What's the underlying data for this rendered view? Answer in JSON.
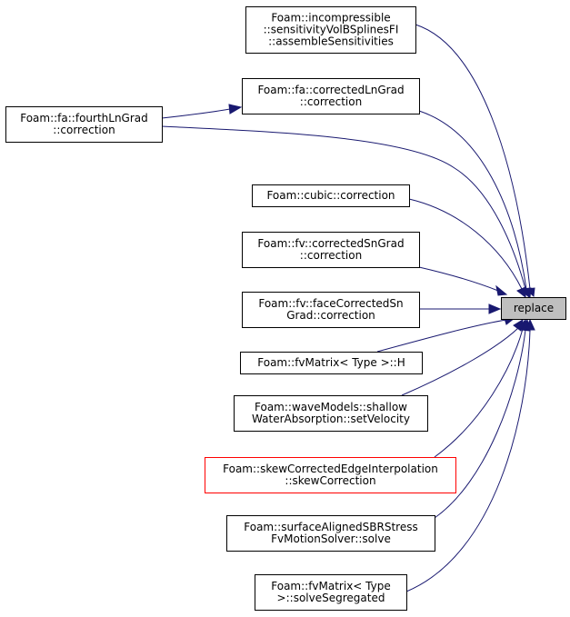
{
  "diagram": {
    "nodes": [
      {
        "id": "target",
        "lines": [
          "replace"
        ]
      },
      {
        "id": "n1",
        "lines": [
          "Foam::incompressible",
          "::sensitivityVolBSplinesFI",
          "::assembleSensitivities"
        ]
      },
      {
        "id": "n2",
        "lines": [
          "Foam::fa::correctedLnGrad",
          "::correction"
        ]
      },
      {
        "id": "n3",
        "lines": [
          "Foam::fa::fourthLnGrad",
          "::correction"
        ]
      },
      {
        "id": "n4",
        "lines": [
          "Foam::cubic::correction"
        ]
      },
      {
        "id": "n5",
        "lines": [
          "Foam::fv::correctedSnGrad",
          "::correction"
        ]
      },
      {
        "id": "n6",
        "lines": [
          "Foam::fv::faceCorrectedSn",
          "Grad::correction"
        ]
      },
      {
        "id": "n7",
        "lines": [
          "Foam::fvMatrix< Type >::H"
        ]
      },
      {
        "id": "n8",
        "lines": [
          "Foam::waveModels::shallow",
          "WaterAbsorption::setVelocity"
        ]
      },
      {
        "id": "n9",
        "lines": [
          "Foam::skewCorrectedEdgeInterpolation",
          "::skewCorrection"
        ],
        "highlight": "red"
      },
      {
        "id": "n10",
        "lines": [
          "Foam::surfaceAlignedSBRStress",
          "FvMotionSolver::solve"
        ]
      },
      {
        "id": "n11",
        "lines": [
          "Foam::fvMatrix< Type",
          ">::solveSegregated"
        ]
      }
    ],
    "edges": [
      {
        "from": "n1",
        "to": "target"
      },
      {
        "from": "n2",
        "to": "target"
      },
      {
        "from": "n3",
        "to": "n2"
      },
      {
        "from": "n3",
        "to": "target"
      },
      {
        "from": "n4",
        "to": "target"
      },
      {
        "from": "n5",
        "to": "target"
      },
      {
        "from": "n6",
        "to": "target"
      },
      {
        "from": "n7",
        "to": "target"
      },
      {
        "from": "n8",
        "to": "target"
      },
      {
        "from": "n9",
        "to": "target"
      },
      {
        "from": "n10",
        "to": "target"
      },
      {
        "from": "n11",
        "to": "target"
      }
    ],
    "colors": {
      "edge": "#191970",
      "target_fill": "#bfbfbf",
      "node_border": "#000000",
      "highlight_border": "#ff0000"
    }
  }
}
